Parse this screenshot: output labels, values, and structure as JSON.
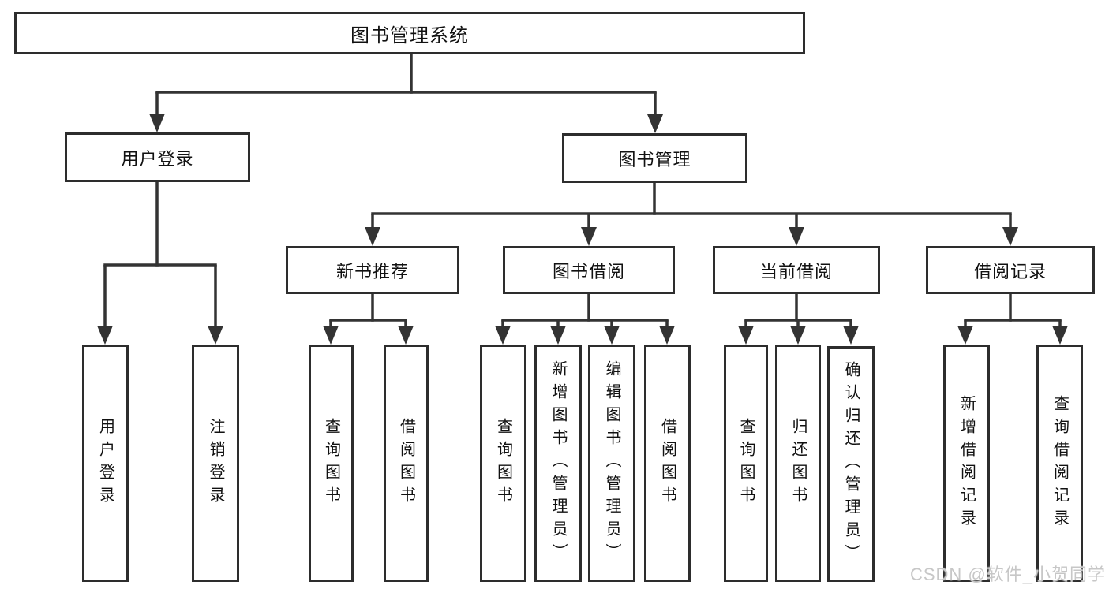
{
  "nodes": {
    "root": "图书管理系统",
    "user_login": "用户登录",
    "book_management": "图书管理",
    "new_book_recommend": "新书推荐",
    "book_borrowing": "图书借阅",
    "current_borrowing": "当前借阅",
    "borrowing_records": "借阅记录",
    "leaf_user_login": "用户登录",
    "leaf_logout": "注销登录",
    "leaf_query_books_a": "查询图书",
    "leaf_borrow_books_a": "借阅图书",
    "leaf_query_books_b": "查询图书",
    "leaf_add_books_admin": "新增图书（管理员）",
    "leaf_edit_books_admin": "编辑图书（管理员）",
    "leaf_borrow_books_b": "借阅图书",
    "leaf_query_books_c": "查询图书",
    "leaf_return_books": "归还图书",
    "leaf_confirm_return_admin": "确认归还（管理员）",
    "leaf_add_borrow_record": "新增借阅记录",
    "leaf_query_borrow_record": "查询借阅记录"
  },
  "watermark": "CSDN @软件_小贺同学",
  "colors": {
    "line": "#333333",
    "box_border": "#2d2d2d",
    "background": "#ffffff",
    "text": "#111111",
    "watermark": "#c7c7c7"
  }
}
